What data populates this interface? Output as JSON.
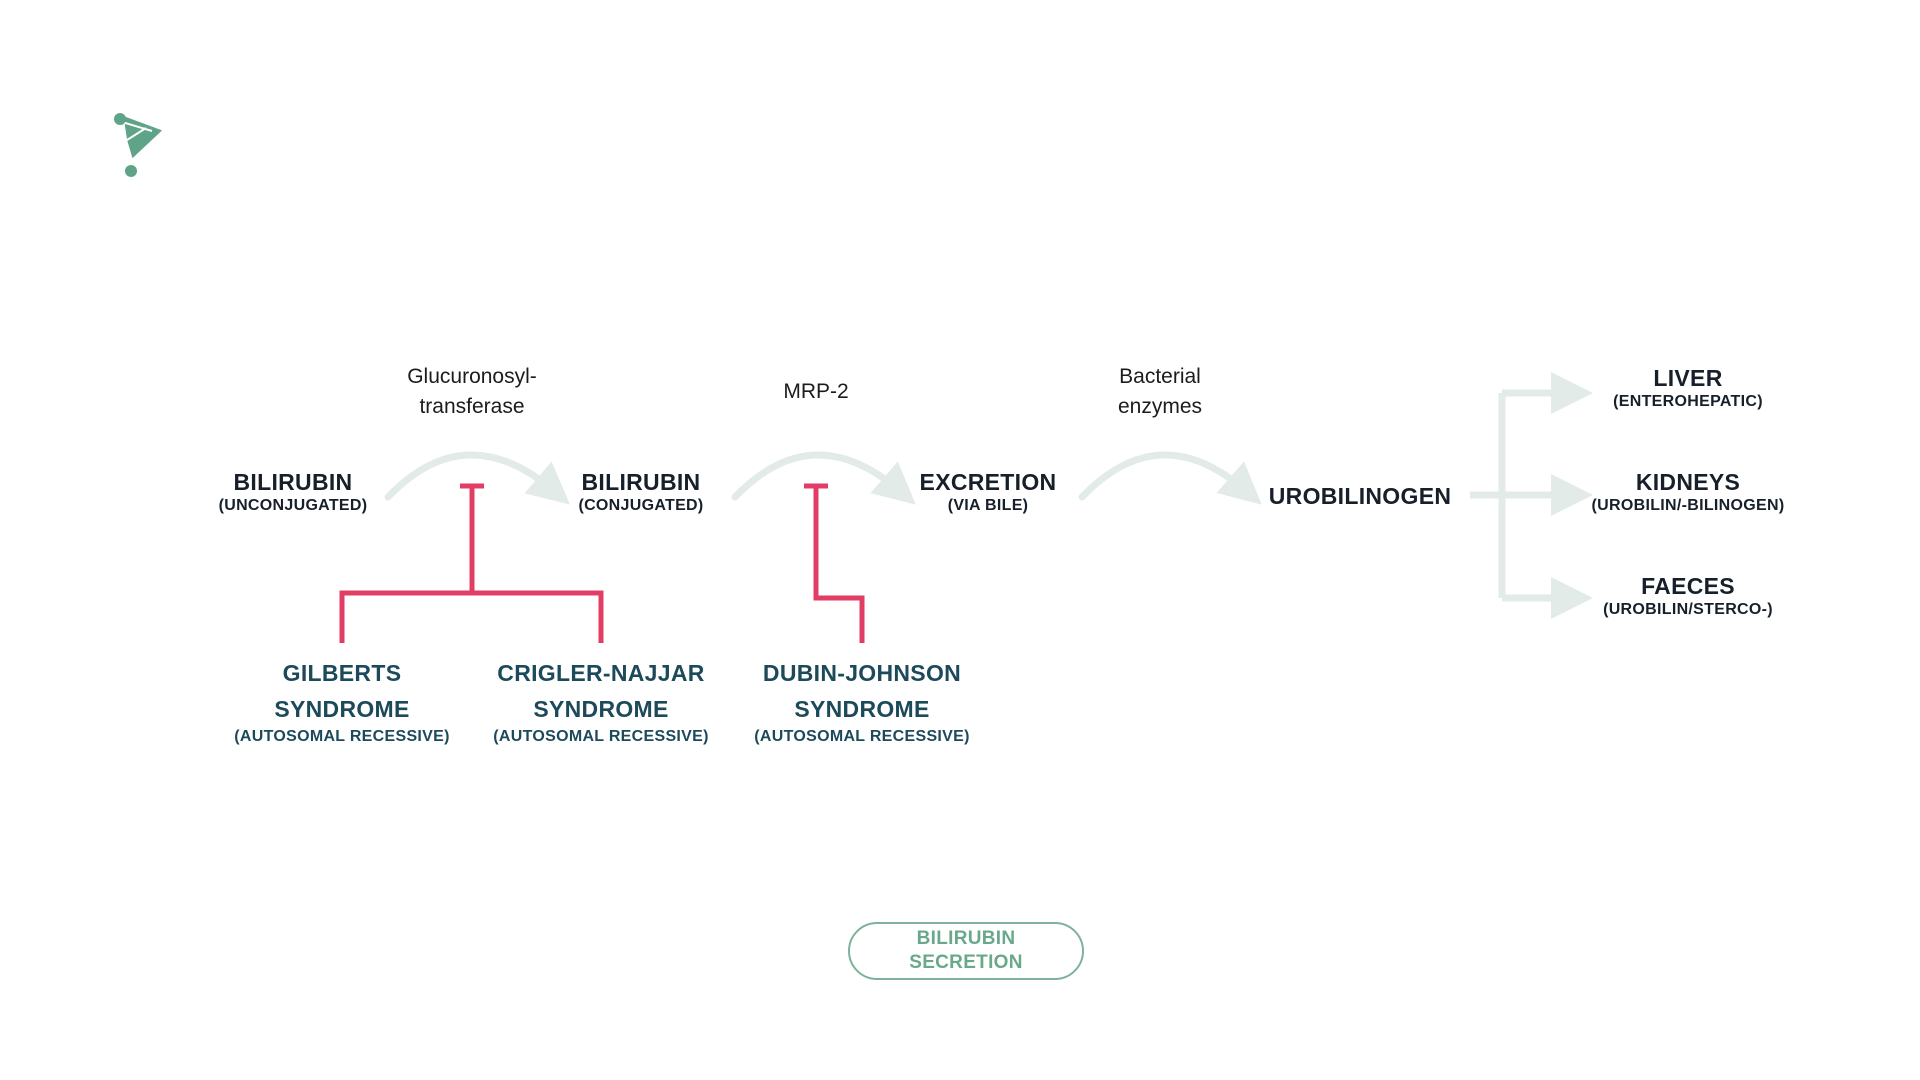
{
  "colors": {
    "flow_arrow": "#e3ebe8",
    "inhibition": "#e23d64",
    "node_text": "#17202a",
    "syndrome_text": "#1d4a5a",
    "brand": "#5fa488",
    "pill_border": "#7fb29a",
    "pill_text": "#6aa88c"
  },
  "logo": {
    "icon": "play-exclamation-logo-icon"
  },
  "nodes": {
    "bilirubin_unconjugated": {
      "title": "BILIRUBIN",
      "sub": "(UNCONJUGATED)"
    },
    "bilirubin_conjugated": {
      "title": "BILIRUBIN",
      "sub": "(CONJUGATED)"
    },
    "excretion": {
      "title": "EXCRETION",
      "sub": "(VIA BILE)"
    },
    "urobilinogen": {
      "title": "UROBILINOGEN"
    },
    "liver": {
      "title": "LIVER",
      "sub": "(ENTEROHEPATIC)"
    },
    "kidneys": {
      "title": "KIDNEYS",
      "sub": "(UROBILIN/-BILINOGEN)"
    },
    "faeces": {
      "title": "FAECES",
      "sub": "(UROBILIN/STERCO-)"
    }
  },
  "enzymes": {
    "glucuronosyl": {
      "line1": "Glucuronosyl-",
      "line2": "transferase"
    },
    "mrp2": {
      "line1": "MRP-2"
    },
    "bacterial": {
      "line1": "Bacterial",
      "line2": "enzymes"
    }
  },
  "syndromes": {
    "gilberts": {
      "line1": "GILBERTS",
      "line2": "SYNDROME",
      "sub": "(AUTOSOMAL RECESSIVE)"
    },
    "crigler": {
      "line1": "CRIGLER-NAJJAR",
      "line2": "SYNDROME",
      "sub": "(AUTOSOMAL RECESSIVE)"
    },
    "dubin": {
      "line1": "DUBIN-JOHNSON",
      "line2": "SYNDROME",
      "sub": "(AUTOSOMAL RECESSIVE)"
    }
  },
  "footer": {
    "line1": "BILIRUBIN",
    "line2": "SECRETION"
  }
}
